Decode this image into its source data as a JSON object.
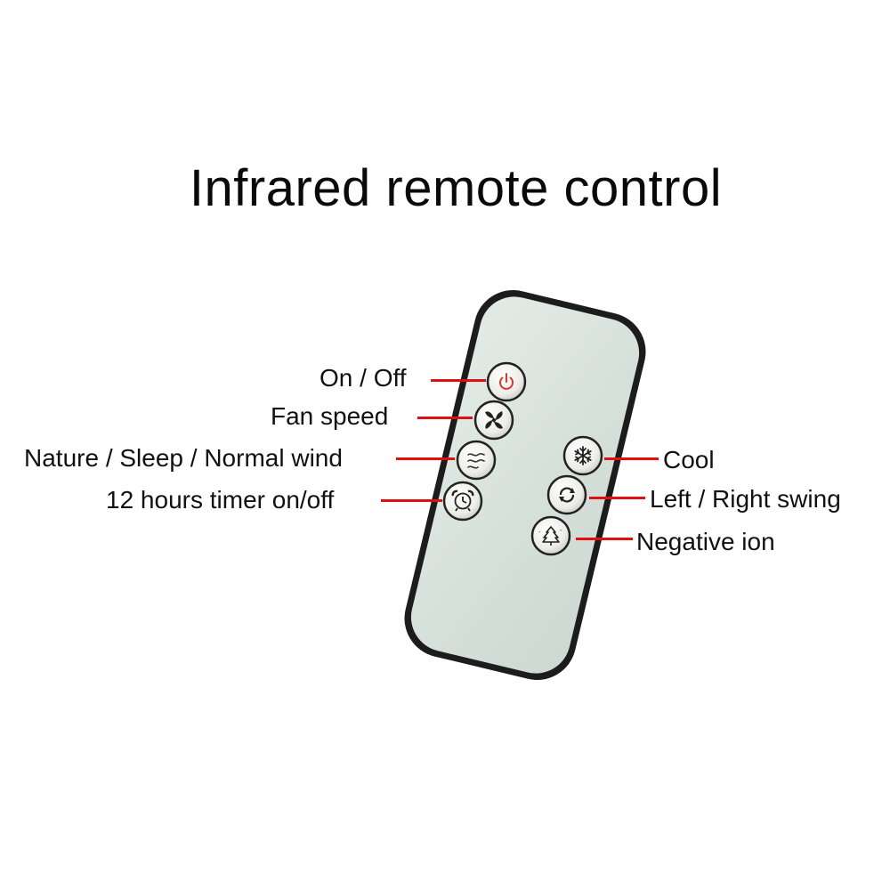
{
  "title": "Infrared remote control",
  "colors": {
    "background": "#ffffff",
    "remote_body": "#d6e0da",
    "remote_border": "#1b1b1b",
    "button_face": "#ececea",
    "pointer_line": "#e01010",
    "power_icon": "#d23a2a"
  },
  "buttons": [
    {
      "label": "On / Off",
      "icon": "power-icon"
    },
    {
      "label": "Fan speed",
      "icon": "fan-icon"
    },
    {
      "label": "Nature / Sleep / Normal wind",
      "icon": "wind-icon"
    },
    {
      "label": "12 hours timer on/off",
      "icon": "alarm-clock-icon"
    },
    {
      "label": "Cool",
      "icon": "snowflake-icon"
    },
    {
      "label": "Left / Right swing",
      "icon": "swing-icon"
    },
    {
      "label": "Negative ion",
      "icon": "tree-icon"
    }
  ]
}
